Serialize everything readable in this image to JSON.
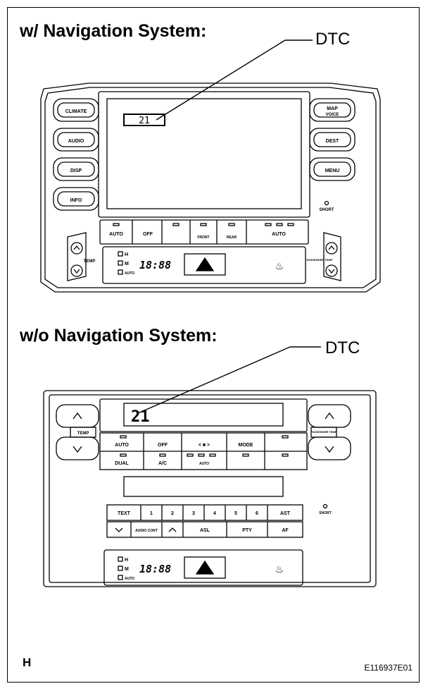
{
  "heading_with_nav": "w/ Navigation System:",
  "heading_without_nav": "w/o Navigation System:",
  "callout_with_nav": "DTC",
  "callout_without_nav": "DTC",
  "footer_left": "H",
  "footer_right": "E116937E01",
  "nav_panel": {
    "screen_code": "21",
    "left_buttons": [
      "CLIMATE",
      "AUDIO",
      "DISP",
      "INFO"
    ],
    "right_buttons": [
      "MAP",
      "VOICE",
      "DEST",
      "MENU"
    ],
    "shortcut_label": "SHORT",
    "climate_row": [
      "AUTO",
      "OFF",
      "FRONT",
      "REAR",
      "AUTO"
    ],
    "temp_label": "TEMP",
    "passenger_temp_label": "PASSENGER TEMP",
    "mode_indicators": [
      "H",
      "M",
      "AUTO"
    ],
    "clock": "18:88"
  },
  "non_nav_panel": {
    "display_code": "21",
    "temp_label": "TEMP",
    "passenger_temp_label": "PASSENGER TEMP",
    "climate_row_1": [
      "AUTO",
      "OFF",
      "MODE"
    ],
    "climate_row_2": [
      "DUAL",
      "A/C",
      "AUTO"
    ],
    "audio_row_1": [
      "TEXT",
      "1",
      "2",
      "3",
      "4",
      "5",
      "6",
      "AST"
    ],
    "audio_row_2": [
      "AUDIO CONT",
      "ASL",
      "PTY",
      "AF"
    ],
    "mode_indicators": [
      "H",
      "M",
      "AUTO"
    ],
    "clock": "18:88",
    "shortcut_label": "SHORT"
  },
  "colors": {
    "line": "#000000",
    "panel_fill": "#ffffff"
  }
}
